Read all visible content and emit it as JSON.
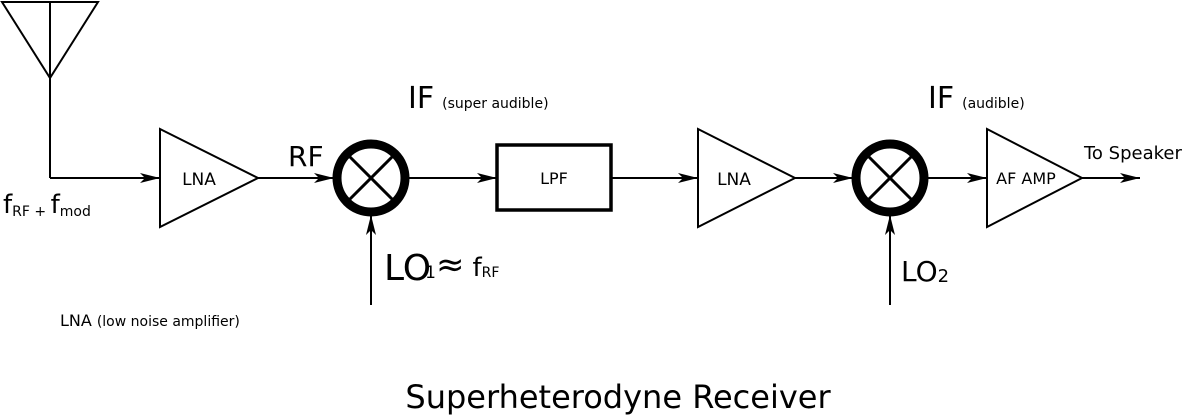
{
  "labels": {
    "input_signal": {
      "main": "f",
      "sub1": "RF",
      "plus": " + ",
      "main2": "f",
      "sub2": "mod"
    },
    "rf": "RF",
    "if1": {
      "main": "IF",
      "note": "(super audible)"
    },
    "if2": {
      "main": "IF",
      "note": "(audible)"
    },
    "lo1": {
      "main": "LO",
      "sub": "1",
      "approx": "≈",
      "f": "f",
      "fsub": "RF"
    },
    "lo2": {
      "main": "LO",
      "sub": "2"
    },
    "to_speaker": "To Speaker",
    "legend_lna": {
      "abbr": "LNA",
      "desc": "(low noise amplifier)"
    },
    "title": "Superheterodyne Receiver"
  },
  "blocks": {
    "lna1": "LNA",
    "lpf": "LPF",
    "lna2": "LNA",
    "af_amp": "AF AMP"
  }
}
